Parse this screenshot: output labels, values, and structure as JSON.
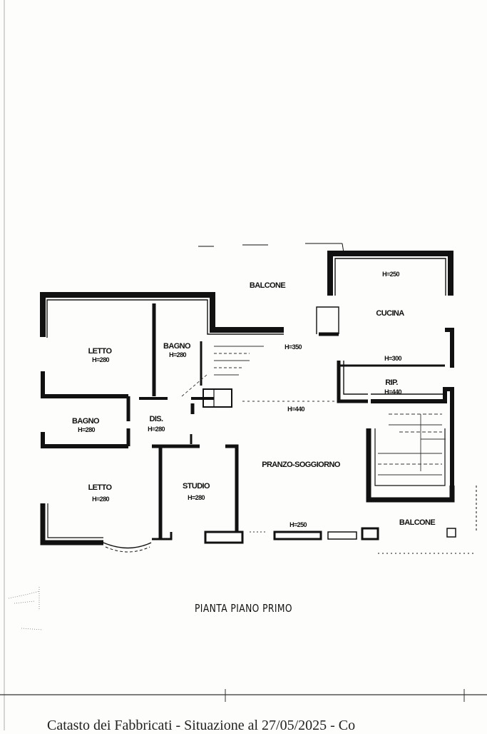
{
  "rooms": {
    "balcone_top": "BALCONE",
    "h250_top": "H=250",
    "cucina": "CUCINA",
    "letto_1": "LETTO",
    "letto_1_h": "H=280",
    "bagno_1": "BAGNO",
    "bagno_1_h": "H=280",
    "h350": "H=350",
    "h300": "H=300",
    "rip": "RIP.",
    "rip_h": "H=440",
    "h440": "H=440",
    "bagno_2": "BAGNO",
    "bagno_2_h": "H=280",
    "dis": "DIS.",
    "dis_h": "H=280",
    "pranzo": "PRANZO-SOGGIORNO",
    "letto_2": "LETTO",
    "letto_2_h": "H=280",
    "studio": "STUDIO",
    "studio_h": "H=280",
    "h250_bottom": "H=250",
    "balcone_bottom": "BALCONE"
  },
  "caption": "PIANTA PIANO PRIMO",
  "footer": "Catasto dei Fabbricati - Situazione al 27/05/2025 - Co"
}
